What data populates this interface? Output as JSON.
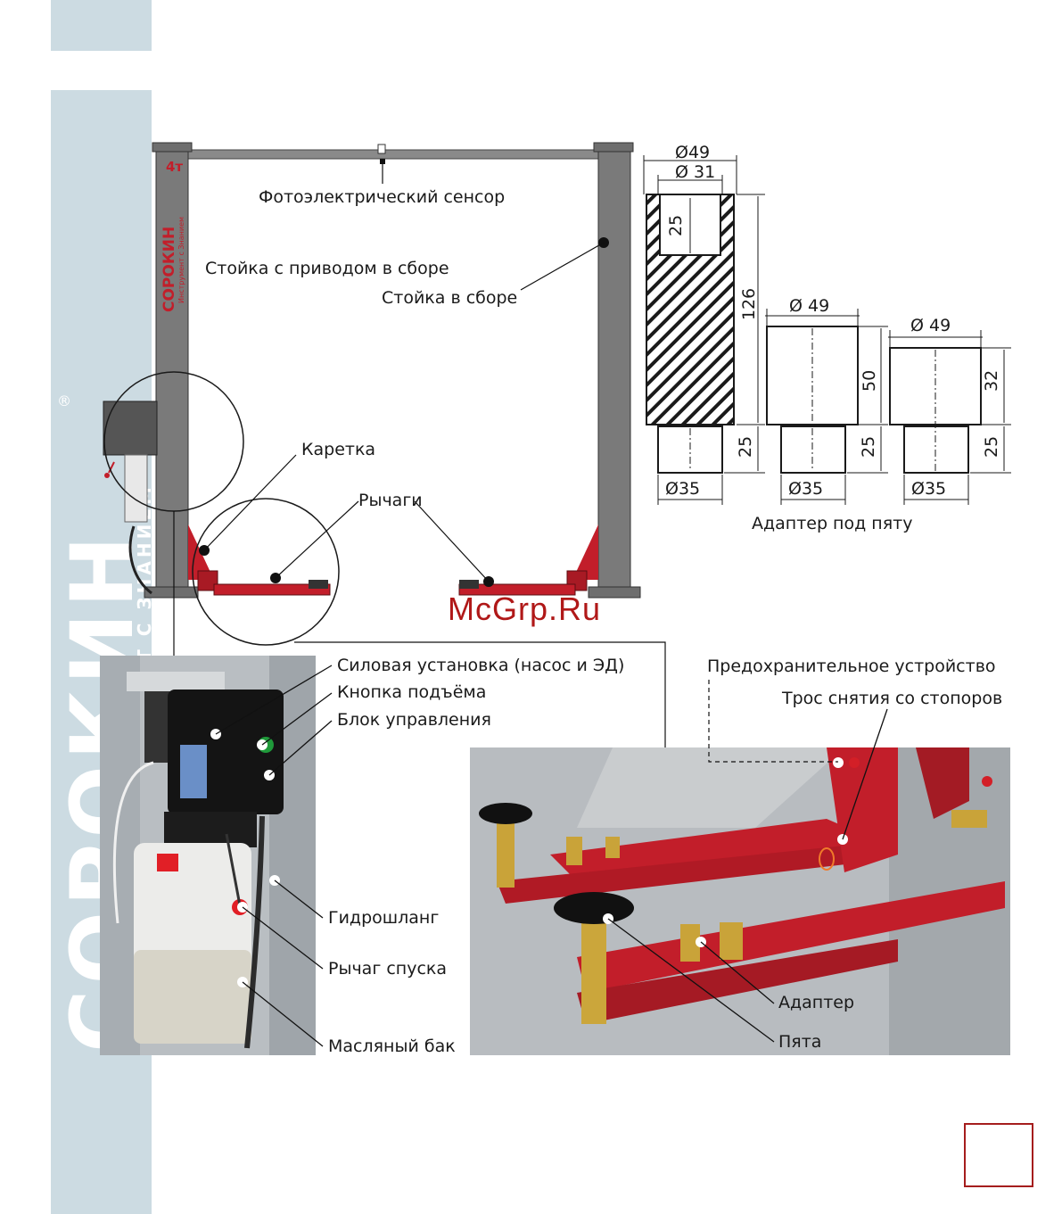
{
  "brand": {
    "name": "СОРОКИН",
    "subtitle": "ИНСТРУМЕНТ С ЗНАНИЕМ",
    "registered": "®",
    "post_logo": "СОРОКИН",
    "post_logo_sub": "Инструмент с Знанием",
    "capacity": "4т"
  },
  "colors": {
    "sidebar": "#ccdbe2",
    "lift_red": "#c21e2a",
    "post_gray": "#737373",
    "page_frame": "#a51d1d"
  },
  "diagram": {
    "labels": {
      "photo_sensor": "Фотоэлектрический сенсор",
      "drive_post": "Стойка с приводом в сборе",
      "post": "Стойка в сборе",
      "carriage": "Каретка",
      "arms": "Рычаги"
    }
  },
  "adapter_drawing": {
    "caption": "Адаптер под пяту",
    "dims": {
      "a_d_outer": "Ø49",
      "a_d_inner": "Ø 31",
      "a_bore": "25",
      "a_height": "126",
      "a_pin_len": "25",
      "a_pin_d": "Ø35",
      "b_d": "Ø 49",
      "b_height": "50",
      "b_pin_len": "25",
      "b_pin_d": "Ø35",
      "c_d": "Ø 49",
      "c_height": "32",
      "c_pin_len": "25",
      "c_pin_d": "Ø35"
    }
  },
  "power_unit": {
    "labels": {
      "power_unit": "Силовая установка (насос и ЭД)",
      "lift_button": "Кнопка подъёма",
      "control_box": "Блок управления",
      "hose": "Гидрошланг",
      "release_lever": "Рычаг спуска",
      "oil_tank": "Масляный бак"
    }
  },
  "arms_photo": {
    "labels": {
      "safety": "Предохранительное  устройство",
      "cable": "Трос снятия со стопоров",
      "adapter": "Адаптер",
      "pad": "Пята"
    }
  },
  "watermark": "McGrp.Ru"
}
